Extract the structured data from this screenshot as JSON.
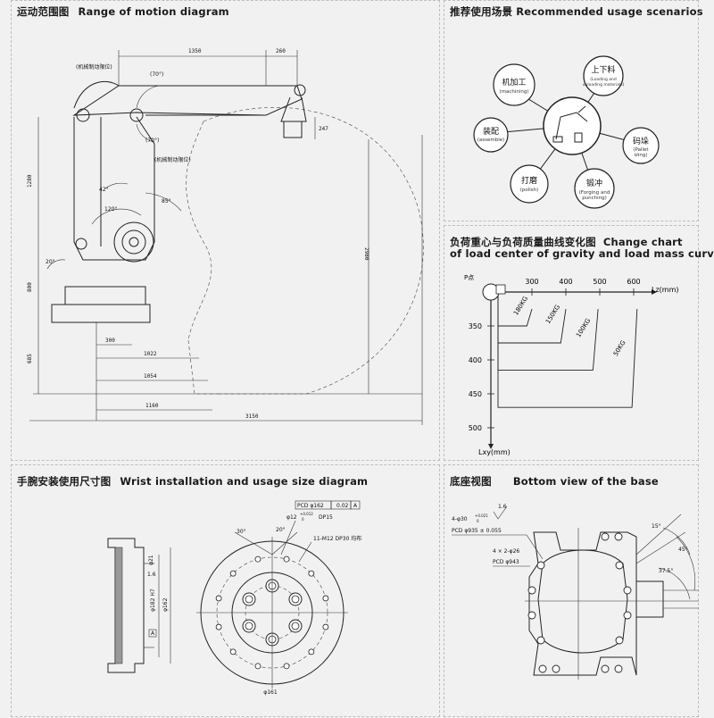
{
  "motion": {
    "title_cn": "运动范围图",
    "title_en": "Range of motion diagram",
    "dims": {
      "d1350": "1350",
      "d260": "260",
      "d247": "247",
      "d1280": "1280",
      "d800": "800",
      "d685": "685",
      "d2980": "2980",
      "d300": "300",
      "d1022": "1022",
      "d1054": "1054",
      "d1160": "1160",
      "d3150": "3150",
      "a70a": "(70°)",
      "a70b": "(70°)",
      "a42": "42°",
      "a120": "120°",
      "a85": "85°",
      "a20": "20°",
      "limit1": "(机械制动限位)",
      "limit2": "(机械制动限位)"
    }
  },
  "usage": {
    "title_cn": "推荐使用场景",
    "title_en": "Recommended usage scenarios",
    "nodes": [
      {
        "cn": "机加工",
        "en": "(machining)"
      },
      {
        "cn": "上下料",
        "en": "(Loading and unloading materials)"
      },
      {
        "cn": "装配",
        "en": "(assemble)"
      },
      {
        "cn": "码垛",
        "en": "(Pallet izing)"
      },
      {
        "cn": "打磨",
        "en": "(polish)"
      },
      {
        "cn": "锻冲",
        "en": "(Forging and punching)"
      }
    ]
  },
  "load": {
    "title_cn": "负荷重心与负荷质量曲线变化图",
    "title_en1": "Change chart",
    "title_en2": "of load center of gravity and load mass curve",
    "p_label": "P点",
    "lz_label": "Lz(mm)",
    "lxy_label": "Lxy(mm)",
    "x_ticks": [
      "300",
      "400",
      "500",
      "600"
    ],
    "y_ticks": [
      "350",
      "400",
      "450",
      "500"
    ],
    "curve_labels": [
      "180KG",
      "150KG",
      "100KG",
      "50KG"
    ]
  },
  "chart_data": {
    "type": "line",
    "xlabel": "Lz(mm)",
    "ylabel": "Lxy(mm)",
    "series": [
      {
        "name": "180KG",
        "points": [
          [
            200,
            305
          ],
          [
            200,
            350
          ],
          [
            285,
            350
          ],
          [
            300,
            325
          ]
        ]
      },
      {
        "name": "150KG",
        "points": [
          [
            200,
            305
          ],
          [
            200,
            375
          ],
          [
            385,
            375
          ],
          [
            400,
            325
          ]
        ]
      },
      {
        "name": "100KG",
        "points": [
          [
            200,
            305
          ],
          [
            200,
            415
          ],
          [
            480,
            415
          ],
          [
            495,
            325
          ]
        ]
      },
      {
        "name": "50KG",
        "points": [
          [
            200,
            305
          ],
          [
            200,
            470
          ],
          [
            595,
            470
          ],
          [
            610,
            325
          ]
        ]
      }
    ]
  },
  "wrist": {
    "title_cn": "手腕安装使用尺寸图",
    "title_en": "Wrist installation and usage size diagram",
    "dims": {
      "pcd": "PCD φ162",
      "tol": "0.02",
      "ref": "A",
      "hole": "φ12",
      "tol2": "+0.012\n0",
      "depth": "DP15",
      "thread": "11-M12 DP30 均布",
      "a30": "30°",
      "a20": "20°",
      "bottom": "φ161",
      "side1": "φ21",
      "side2": "φ182 H7",
      "side3": "φ162",
      "sideA": "A",
      "fine": "1.6"
    }
  },
  "base": {
    "title_cn": "底座视图",
    "title_en": "Bottom view of the base",
    "dims": {
      "holes1": "4-φ30",
      "tol1": "+0.021\n0",
      "pcd1": "PCD φ935 ± 0.055",
      "holes2": "4 × 2-φ26",
      "pcd2": "PCD φ943",
      "fine": "1.6",
      "a15": "15°",
      "a37": "37.5°",
      "a45": "45°"
    }
  }
}
